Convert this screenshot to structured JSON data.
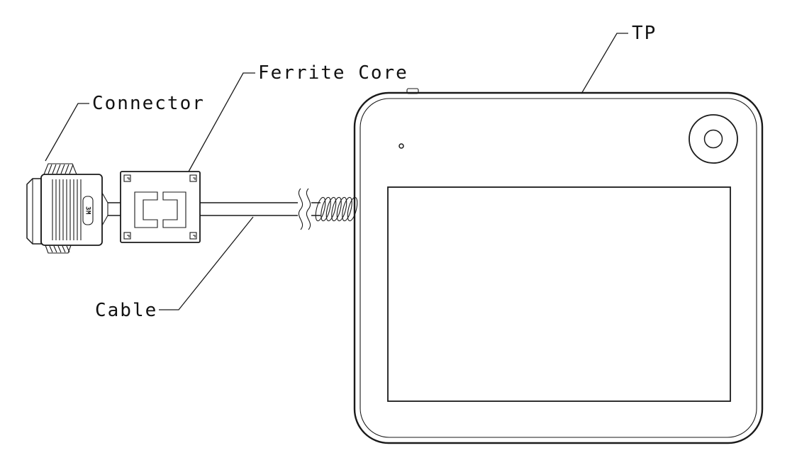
{
  "page": {
    "background": "#ffffff",
    "line_color": "#1a1a1a"
  },
  "diagram": {
    "type": "technical-drawing",
    "description": "Touch panel unit with attached cable, ferrite core and connector",
    "labels": {
      "tp": "TP",
      "ferrite_core": "Ferrite Core",
      "connector": "Connector",
      "cable": "Cable",
      "connector_brand": "3M"
    }
  }
}
